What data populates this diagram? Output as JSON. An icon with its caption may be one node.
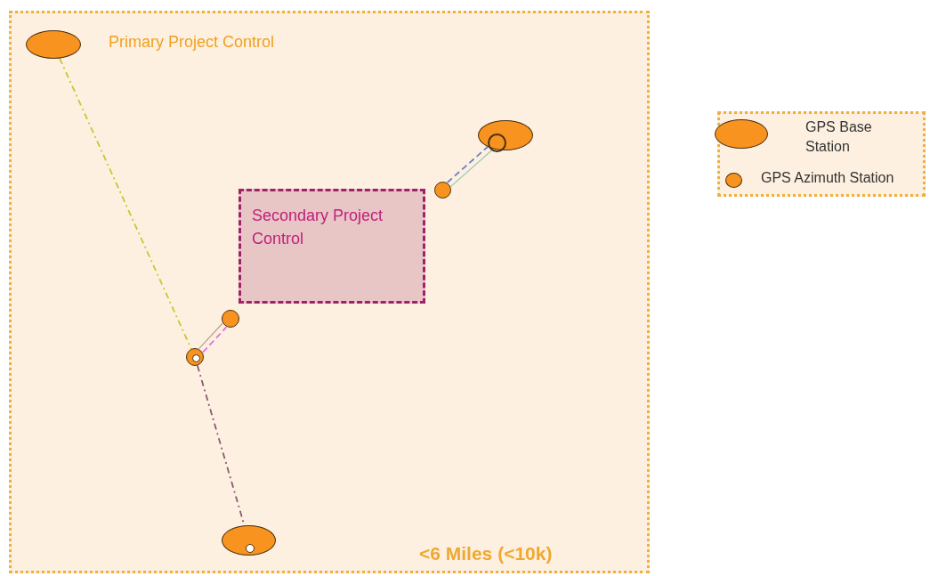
{
  "diagram": {
    "nodes": [
      {
        "text": [
          "Primary Project Control",
          "<6 Miles (<10k)"
        ]
      },
      {
        "text": [],
        "shape": "ellipse",
        "in": 0
      },
      {
        "text": [
          "Secondary Project Control"
        ],
        "in": 0
      },
      {
        "text": [],
        "shape": "ellipse",
        "in": 0
      },
      {
        "text": [],
        "shape": "circle",
        "in": 3
      },
      {
        "text": [],
        "shape": "circle",
        "in": 0
      },
      {
        "text": [],
        "shape": "circle",
        "in": 0
      },
      {
        "text": [],
        "shape": "circle",
        "in": 0
      },
      {
        "text": [],
        "shape": "ellipse",
        "in": 0
      }
    ],
    "edges": [
      {
        "from": 1,
        "to": 7,
        "arrow": "none",
        "style": "dashed",
        "color": "#c8c832"
      },
      {
        "from": 7,
        "to": 8,
        "arrow": "none",
        "style": "dashed",
        "color": "#8a5a72"
      },
      {
        "from": 7,
        "to": 6,
        "arrow": "none",
        "color": "#b8a088"
      },
      {
        "from": 7,
        "to": 6,
        "arrow": "none",
        "style": "dashed",
        "color": "#e070e8"
      },
      {
        "from": 5,
        "to": 4,
        "arrow": "none",
        "style": "dashed",
        "color": "#6a80c8"
      },
      {
        "from": 5,
        "to": 4,
        "arrow": "none",
        "color": "#98c8b8"
      }
    ],
    "legend": [
      {
        "text": "GPS Base Station"
      },
      {
        "text": "GPS Azimuth Station"
      }
    ]
  }
}
